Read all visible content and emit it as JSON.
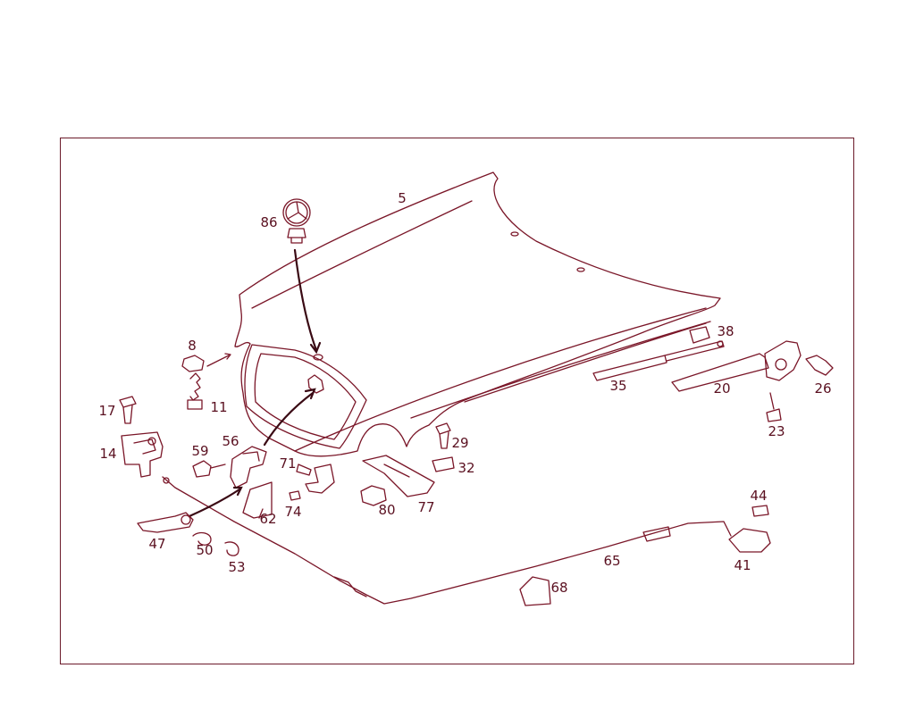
{
  "colors": {
    "line": "#7a1628",
    "text": "#5a1020",
    "frame": "#6b1a2a"
  },
  "part_labels": {
    "p5": "5",
    "p86": "86",
    "p8": "8",
    "p11": "11",
    "p17": "17",
    "p14": "14",
    "p59": "59",
    "p56": "56",
    "p71": "71",
    "p74": "74",
    "p62": "62",
    "p47": "47",
    "p50": "50",
    "p53": "53",
    "p29": "29",
    "p32": "32",
    "p80": "80",
    "p77": "77",
    "p38": "38",
    "p35": "35",
    "p20": "20",
    "p26": "26",
    "p23": "23",
    "p44": "44",
    "p41": "41",
    "p65": "65",
    "p68": "68"
  }
}
